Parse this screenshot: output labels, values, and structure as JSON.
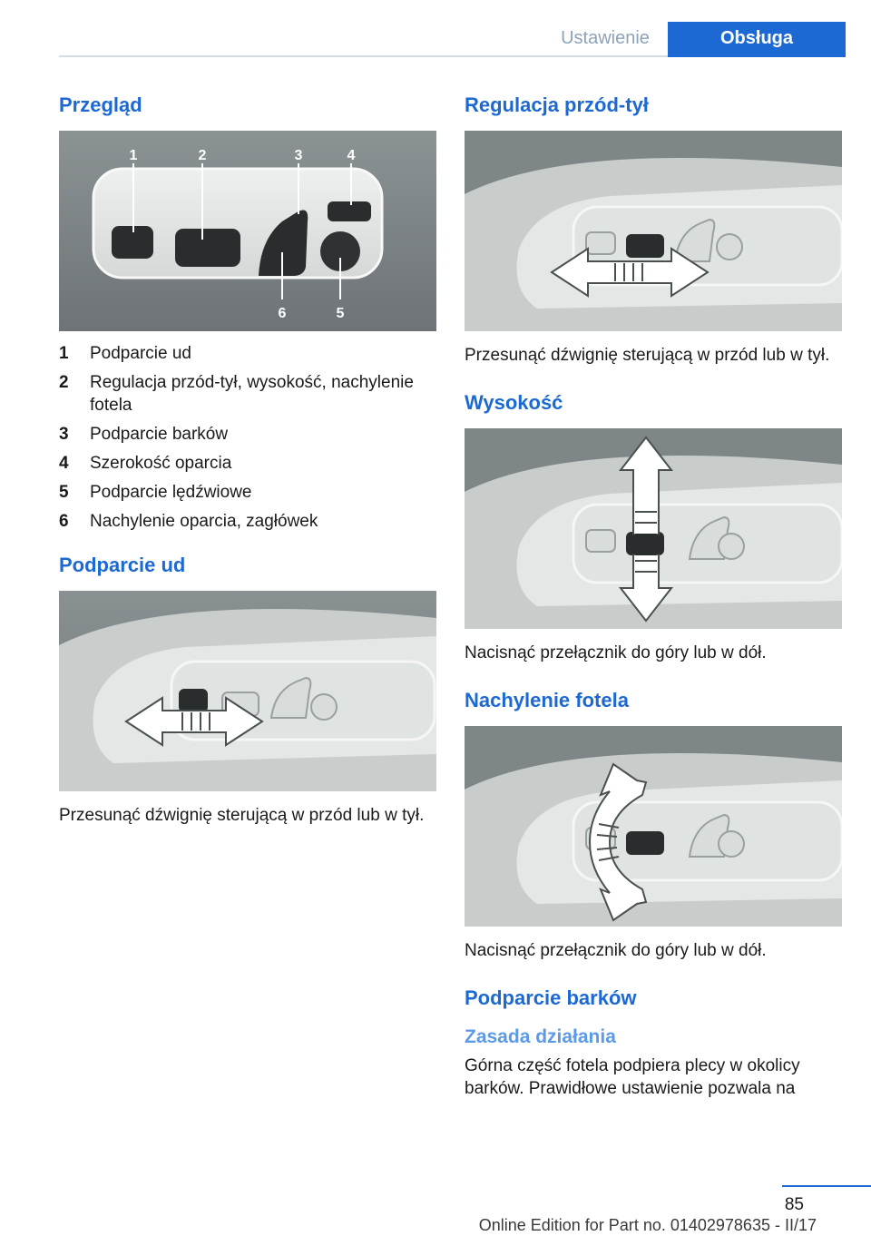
{
  "header": {
    "tab_inactive": "Ustawienie",
    "tab_active": "Obsługa"
  },
  "left": {
    "overview": {
      "title": "Przegląd",
      "callouts": [
        "1",
        "2",
        "3",
        "4",
        "5",
        "6"
      ],
      "legend": [
        {
          "num": "1",
          "text": "Podparcie ud"
        },
        {
          "num": "2",
          "text": "Regulacja przód-tył, wysokość, nachylenie fotela"
        },
        {
          "num": "3",
          "text": "Podparcie barków"
        },
        {
          "num": "4",
          "text": "Szerokość oparcia"
        },
        {
          "num": "5",
          "text": "Podparcie lędźwiowe"
        },
        {
          "num": "6",
          "text": "Nachylenie oparcia, zagłówek"
        }
      ]
    },
    "thigh": {
      "title": "Podparcie ud",
      "text": "Przesunąć dźwignię sterującą w przód lub w tył."
    }
  },
  "right": {
    "fore_aft": {
      "title": "Regulacja przód-tył",
      "text": "Przesunąć dźwignię sterującą w przód lub w tył."
    },
    "height": {
      "title": "Wysokość",
      "text": "Nacisnąć przełącznik do góry lub w dół."
    },
    "tilt": {
      "title": "Nachylenie fotela",
      "text": "Nacisnąć przełącznik do góry lub w dół."
    },
    "shoulder": {
      "title": "Podparcie barków",
      "subtitle": "Zasada działania",
      "text": "Górna część fotela podpiera plecy w okolicy barków. Prawidłowe ustawienie pozwala na"
    }
  },
  "footer": {
    "page": "85",
    "edition": "Online Edition for Part no. 01402978635 - II/17"
  },
  "colors": {
    "accent": "#1c69d4",
    "subhead": "#5c9ae8",
    "photo_bg": "#7d8486",
    "panel": "#e6e9e8"
  }
}
